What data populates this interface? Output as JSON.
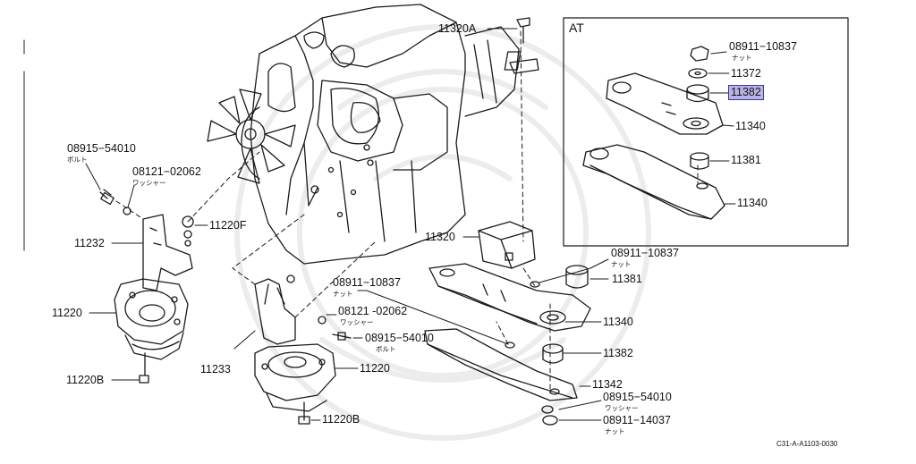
{
  "inset_title": "AT",
  "diagram_code": "C31-A-A1103-0030",
  "highlight_color": "#b9b4e8",
  "labels": {
    "l_11320A": "11320A",
    "l_08911_10837_top": "08911−10837",
    "l_08911_10837_top_sub": "ナット",
    "l_11372": "11372",
    "l_11382_hl": "11382",
    "l_11340_at1": "11340",
    "l_11381_at": "11381",
    "l_11340_at2": "11340",
    "l_08915_54010_left": "08915−54010",
    "l_08915_54010_left_sub": "ボルト",
    "l_08121_02062_left": "08121−02062",
    "l_08121_02062_left_sub": "ワッシャー",
    "l_11220F": "11220F",
    "l_11232": "11232",
    "l_11220_left": "11220",
    "l_11220B_left": "11220B",
    "l_11320": "11320",
    "l_08911_10837_mid": "08911−10837",
    "l_08911_10837_mid_sub": "ナット",
    "l_11381_mid": "11381",
    "l_08911_10837_left": "08911−10837",
    "l_08911_10837_left_sub": "ナット",
    "l_08121_02062_mid": "08121 -02062",
    "l_08121_02062_mid_sub": "ワッシャー",
    "l_08915_54010_mid": "08915−54010",
    "l_08915_54010_mid_sub": "ボルト",
    "l_11340_main": "11340",
    "l_11382_main": "11382",
    "l_11233": "11233",
    "l_11220_mid": "11220",
    "l_11342": "11342",
    "l_08915_54010_bot": "08915−54010",
    "l_08915_54010_bot_sub": "ワッシャー",
    "l_08911_14037": "08911−14037",
    "l_08911_14037_sub": "ナット",
    "l_11220B_mid": "11220B"
  }
}
